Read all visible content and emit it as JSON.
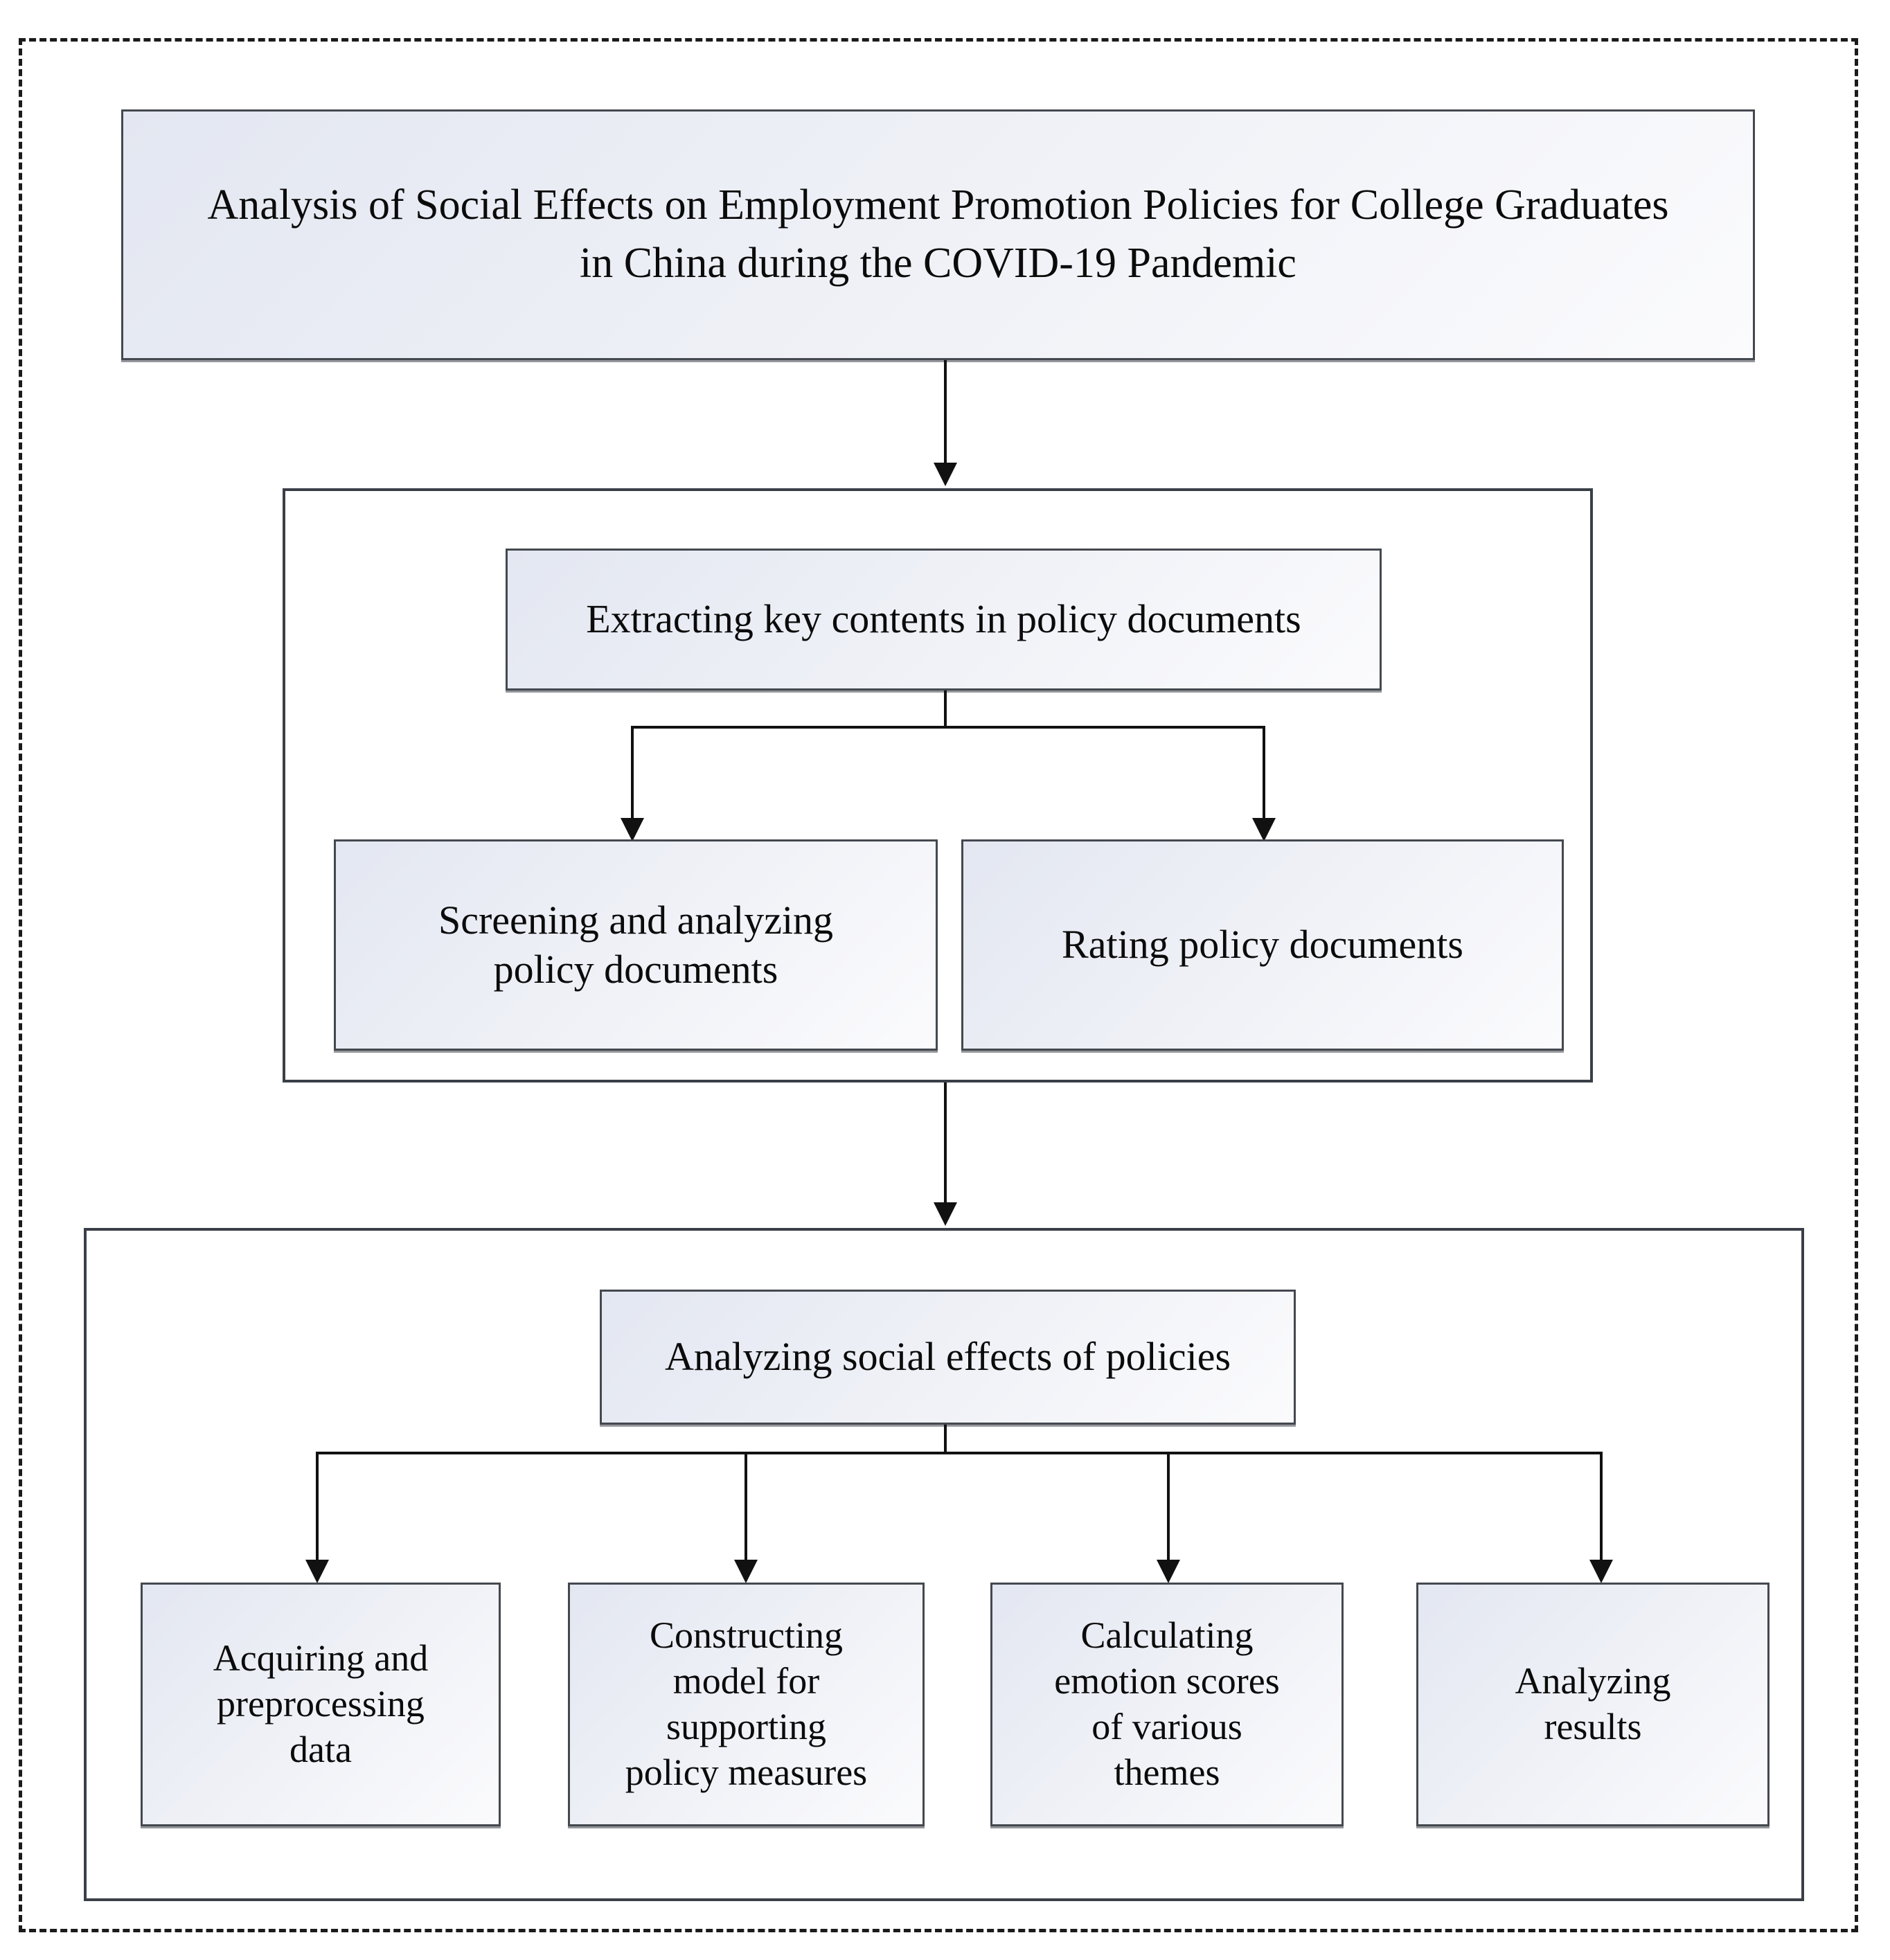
{
  "figure": {
    "type": "flowchart",
    "orientation": "top-down",
    "title_box": {
      "id": "title",
      "text": "Analysis of Social Effects on Employment Promotion Policies for College Graduates\nin China during the COVID-19 Pandemic"
    },
    "groups": [
      {
        "id": "group-policy-documents",
        "nodes": [
          {
            "id": "extract",
            "text": "Extracting key contents in policy documents"
          },
          {
            "id": "screening",
            "text": "Screening and analyzing\npolicy documents"
          },
          {
            "id": "rating",
            "text": "Rating policy documents"
          }
        ]
      },
      {
        "id": "group-social-effects",
        "nodes": [
          {
            "id": "analyzing",
            "text": "Analyzing social effects of policies"
          },
          {
            "id": "acquiring",
            "text": "Acquiring and\npreprocessing\ndata"
          },
          {
            "id": "constructing",
            "text": "Constructing\nmodel for\nsupporting\npolicy measures"
          },
          {
            "id": "calculating",
            "text": "Calculating\nemotion scores\nof various\nthemes"
          },
          {
            "id": "results",
            "text": "Analyzing\nresults"
          }
        ]
      }
    ],
    "edges": [
      {
        "from": "title",
        "to": "group-policy-documents",
        "style": "arrow"
      },
      {
        "from": "extract",
        "to": "screening",
        "style": "elbow-arrow"
      },
      {
        "from": "extract",
        "to": "rating",
        "style": "elbow-arrow"
      },
      {
        "from": "group-policy-documents",
        "to": "group-social-effects",
        "style": "arrow"
      },
      {
        "from": "analyzing",
        "to": "acquiring",
        "style": "elbow-arrow"
      },
      {
        "from": "analyzing",
        "to": "constructing",
        "style": "elbow-arrow"
      },
      {
        "from": "analyzing",
        "to": "calculating",
        "style": "elbow-arrow"
      },
      {
        "from": "analyzing",
        "to": "results",
        "style": "elbow-arrow"
      }
    ],
    "colors": {
      "node_fill_start": "#e3e7f1",
      "node_fill_end": "#fbfbfd",
      "node_border": "#44484f",
      "group_border": "#3a3f47",
      "connector": "#111111",
      "outer_frame": "#1b1b1b",
      "text": "#0b0b0b",
      "background": "#ffffff"
    }
  }
}
